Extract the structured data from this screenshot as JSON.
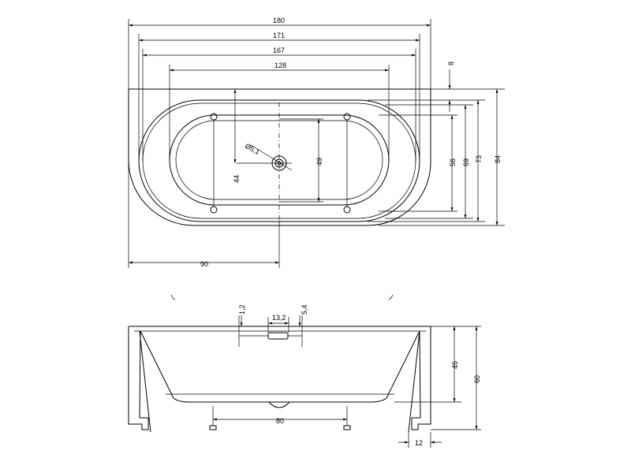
{
  "top_view": {
    "dim_overall_width": "180",
    "dim_width_171": "171",
    "dim_width_167": "167",
    "dim_width_128": "128",
    "dim_offset_8": "8",
    "dim_depth_84": "84",
    "dim_depth_73": "73",
    "dim_depth_69": "69",
    "dim_depth_56": "56",
    "dim_depth_49": "49",
    "dim_drain_offset_44": "44",
    "dim_drain_diameter": "Ø5,1",
    "dim_drain_center_90": "90"
  },
  "side_view": {
    "dim_rim_1_2": "1,2",
    "dim_overflow_13_2": "13,2",
    "dim_overflow_5_4": "5,4",
    "dim_inner_depth_45": "45",
    "dim_height_60": "60",
    "dim_feet_80": "80",
    "dim_foot_12": "12"
  }
}
